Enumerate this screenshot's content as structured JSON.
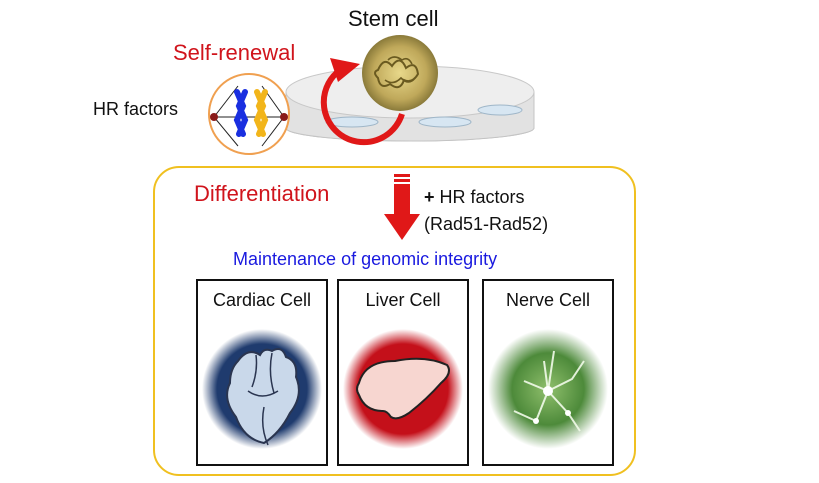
{
  "labels": {
    "stem_cell": "Stem cell",
    "self_renewal": "Self-renewal",
    "hr_factors": "HR factors",
    "differentiation": "Differentiation",
    "plus": "+",
    "hr_factors_added": "HR factors",
    "rad_complex": "(Rad51-Rad52)",
    "maintenance": "Maintenance of genomic integrity"
  },
  "cells": [
    {
      "name": "Cardiac Cell",
      "glow_color": "#1f3b6e",
      "icon": "heart-icon"
    },
    {
      "name": "Liver Cell",
      "glow_color": "#c4101a",
      "icon": "liver-icon"
    },
    {
      "name": "Nerve Cell",
      "glow_color": "#4d8a3a",
      "icon": "neuron-icon"
    }
  ],
  "colors": {
    "accent_red": "#d0141c",
    "maintenance_blue": "#1a1adf",
    "box_border": "#f0c020",
    "chromosome_blue": "#1a2fe0",
    "chromosome_yellow": "#f2b51a"
  }
}
